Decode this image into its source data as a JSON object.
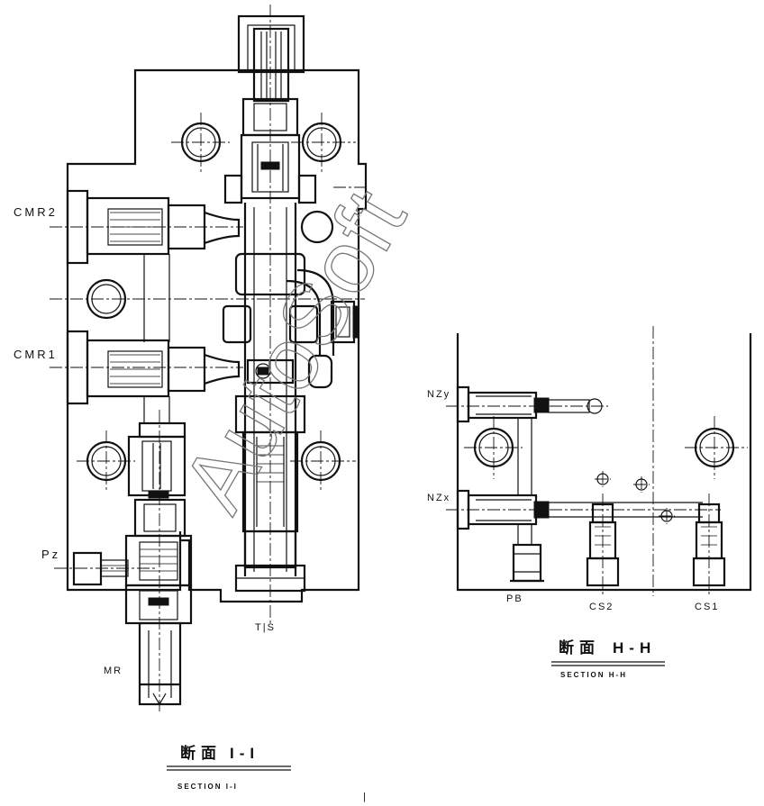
{
  "section_1": {
    "ports": {
      "cmr2": "CMR2",
      "cmr1": "CMR1",
      "pz": "Pz",
      "mr": "MR",
      "ts": "T|S"
    },
    "title_jp": "断面",
    "title_id": "I-I",
    "subtitle": "SECTION I-I"
  },
  "section_h": {
    "ports": {
      "nzy": "NZy",
      "nzx": "NZx",
      "pb": "PB",
      "cs2": "CS2",
      "cs1": "CS1"
    },
    "title_jp": "断面",
    "title_id": "H-H",
    "subtitle": "SECTION H-H"
  },
  "watermark": "AutoSoft",
  "footer_mark": "|"
}
